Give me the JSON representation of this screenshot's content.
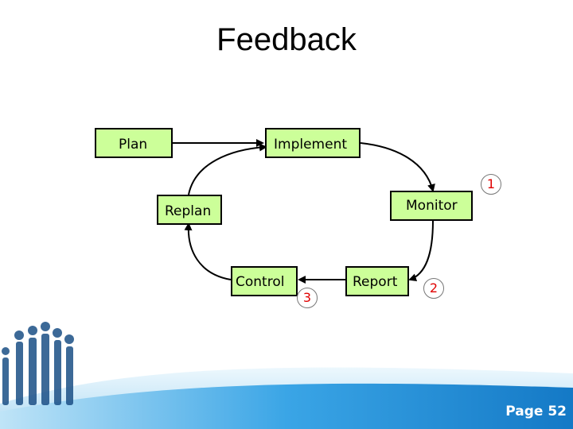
{
  "slide": {
    "title": "Feedback",
    "page_label": "Page 52"
  },
  "diagram": {
    "nodes": {
      "plan": "Plan",
      "implement": "Implement",
      "monitor": "Monitor",
      "replan": "Replan",
      "control": "Control",
      "report": "Report"
    },
    "markers": [
      "1",
      "2",
      "3"
    ]
  },
  "colors": {
    "box_fill": "#ccff99",
    "marker_text": "#e00000",
    "footer_blue": "#1e8fd8"
  }
}
